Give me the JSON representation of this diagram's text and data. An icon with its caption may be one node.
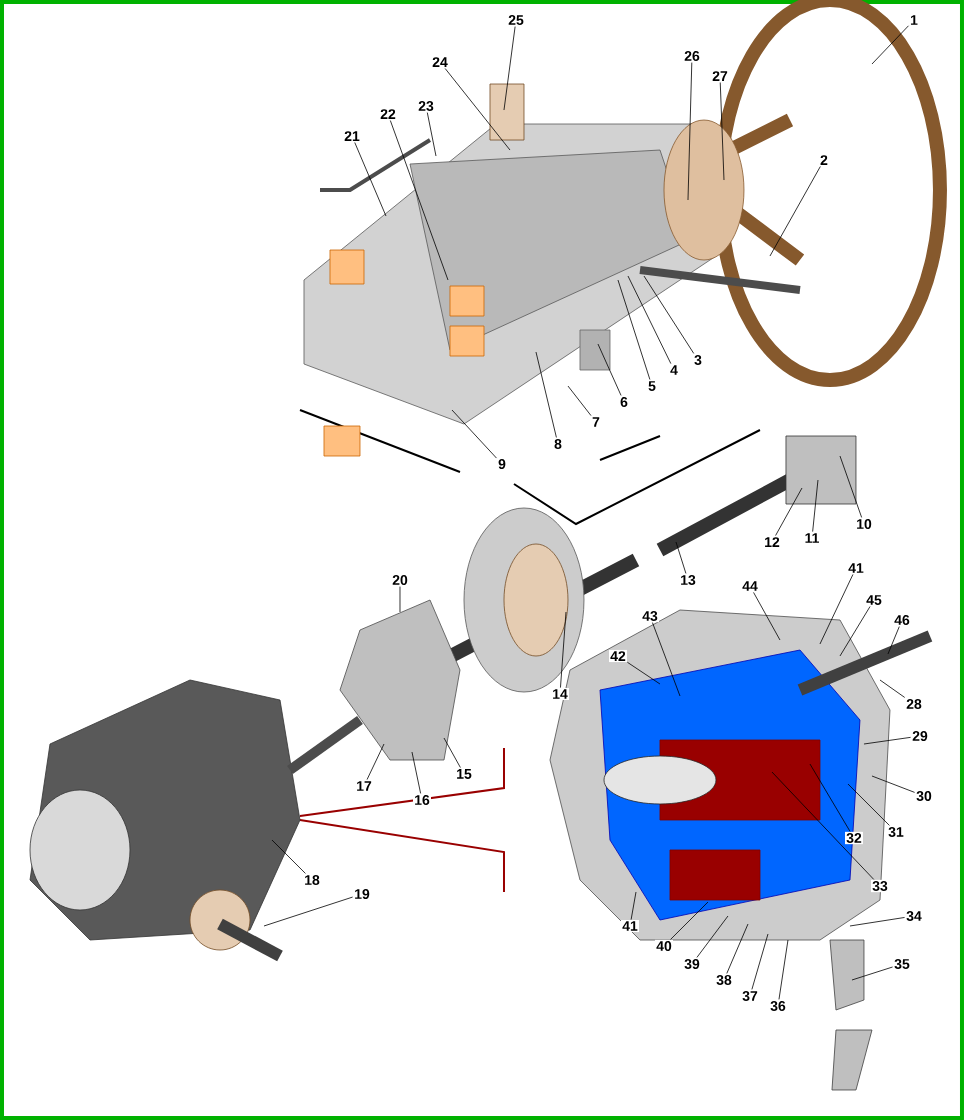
{
  "diagram": {
    "nodes": [
      {
        "text": [
          "1"
        ]
      },
      {
        "text": [
          "25"
        ]
      },
      {
        "text": [
          "26"
        ]
      },
      {
        "text": [
          "24"
        ]
      },
      {
        "text": [
          "27"
        ]
      },
      {
        "text": [
          "23"
        ]
      },
      {
        "text": [
          "22"
        ]
      },
      {
        "text": [
          "21"
        ]
      },
      {
        "text": [
          "2"
        ]
      },
      {
        "text": [
          "3"
        ]
      },
      {
        "text": [
          "4"
        ]
      },
      {
        "text": [
          "5"
        ]
      },
      {
        "text": [
          "6"
        ]
      },
      {
        "text": [
          "7"
        ]
      },
      {
        "text": [
          "8"
        ]
      },
      {
        "text": [
          "9"
        ]
      },
      {
        "text": [
          "10"
        ]
      },
      {
        "text": [
          "11"
        ]
      },
      {
        "text": [
          "12"
        ]
      },
      {
        "text": [
          "13"
        ]
      },
      {
        "text": [
          "41"
        ]
      },
      {
        "text": [
          "20"
        ]
      },
      {
        "text": [
          "44"
        ]
      },
      {
        "text": [
          "45"
        ]
      },
      {
        "text": [
          "46"
        ]
      },
      {
        "text": [
          "43"
        ]
      },
      {
        "text": [
          "42"
        ]
      },
      {
        "text": [
          "14"
        ]
      },
      {
        "text": [
          "28"
        ]
      },
      {
        "text": [
          "29"
        ]
      },
      {
        "text": [
          "15"
        ]
      },
      {
        "text": [
          "17"
        ]
      },
      {
        "text": [
          "30"
        ]
      },
      {
        "text": [
          "16"
        ]
      },
      {
        "text": [
          "31"
        ]
      },
      {
        "text": [
          "32"
        ]
      },
      {
        "text": [
          "18"
        ]
      },
      {
        "text": [
          "33"
        ]
      },
      {
        "text": [
          "19"
        ]
      },
      {
        "text": [
          "34"
        ]
      },
      {
        "text": [
          "41"
        ]
      },
      {
        "text": [
          "40"
        ]
      },
      {
        "text": [
          "39"
        ]
      },
      {
        "text": [
          "38"
        ]
      },
      {
        "text": [
          "35"
        ]
      },
      {
        "text": [
          "37"
        ]
      },
      {
        "text": [
          "36"
        ]
      }
    ],
    "edges": [
      {
        "from": 0,
        "to": null,
        "arrow": "none"
      },
      {
        "from": 1,
        "to": null,
        "arrow": "none"
      },
      {
        "from": 2,
        "to": null,
        "arrow": "none"
      },
      {
        "from": 3,
        "to": null,
        "arrow": "none"
      },
      {
        "from": 4,
        "to": null,
        "arrow": "none"
      },
      {
        "from": 5,
        "to": null,
        "arrow": "none"
      },
      {
        "from": 6,
        "to": null,
        "arrow": "none"
      },
      {
        "from": 7,
        "to": null,
        "arrow": "none"
      },
      {
        "from": 8,
        "to": null,
        "arrow": "none"
      },
      {
        "from": 9,
        "to": null,
        "arrow": "none"
      },
      {
        "from": 10,
        "to": null,
        "arrow": "none"
      },
      {
        "from": 11,
        "to": null,
        "arrow": "none"
      },
      {
        "from": 12,
        "to": null,
        "arrow": "none"
      },
      {
        "from": 13,
        "to": null,
        "arrow": "none"
      },
      {
        "from": 14,
        "to": null,
        "arrow": "none"
      },
      {
        "from": 15,
        "to": null,
        "arrow": "none"
      },
      {
        "from": 16,
        "to": null,
        "arrow": "none"
      },
      {
        "from": 17,
        "to": null,
        "arrow": "none"
      },
      {
        "from": 18,
        "to": null,
        "arrow": "none"
      },
      {
        "from": 19,
        "to": null,
        "arrow": "none"
      },
      {
        "from": 20,
        "to": null,
        "arrow": "none"
      },
      {
        "from": 21,
        "to": null,
        "arrow": "none"
      },
      {
        "from": 22,
        "to": null,
        "arrow": "none"
      },
      {
        "from": 23,
        "to": null,
        "arrow": "none"
      },
      {
        "from": 24,
        "to": null,
        "arrow": "none"
      },
      {
        "from": 25,
        "to": null,
        "arrow": "none"
      },
      {
        "from": 26,
        "to": null,
        "arrow": "none"
      },
      {
        "from": 27,
        "to": null,
        "arrow": "none"
      },
      {
        "from": 28,
        "to": null,
        "arrow": "none"
      },
      {
        "from": 29,
        "to": null,
        "arrow": "none"
      },
      {
        "from": 30,
        "to": null,
        "arrow": "none"
      },
      {
        "from": 31,
        "to": null,
        "arrow": "none"
      },
      {
        "from": 32,
        "to": null,
        "arrow": "none"
      },
      {
        "from": 33,
        "to": null,
        "arrow": "none"
      },
      {
        "from": 34,
        "to": null,
        "arrow": "none"
      },
      {
        "from": 35,
        "to": null,
        "arrow": "none"
      },
      {
        "from": 36,
        "to": null,
        "arrow": "none"
      },
      {
        "from": 37,
        "to": null,
        "arrow": "none"
      },
      {
        "from": 38,
        "to": null,
        "arrow": "none"
      },
      {
        "from": 39,
        "to": null,
        "arrow": "none"
      },
      {
        "from": 40,
        "to": null,
        "arrow": "none"
      },
      {
        "from": 41,
        "to": null,
        "arrow": "none"
      },
      {
        "from": 42,
        "to": null,
        "arrow": "none"
      },
      {
        "from": 43,
        "to": null,
        "arrow": "none"
      },
      {
        "from": 44,
        "to": null,
        "arrow": "none"
      },
      {
        "from": 45,
        "to": null,
        "arrow": "none"
      },
      {
        "from": 46,
        "to": null,
        "arrow": "none"
      }
    ]
  }
}
